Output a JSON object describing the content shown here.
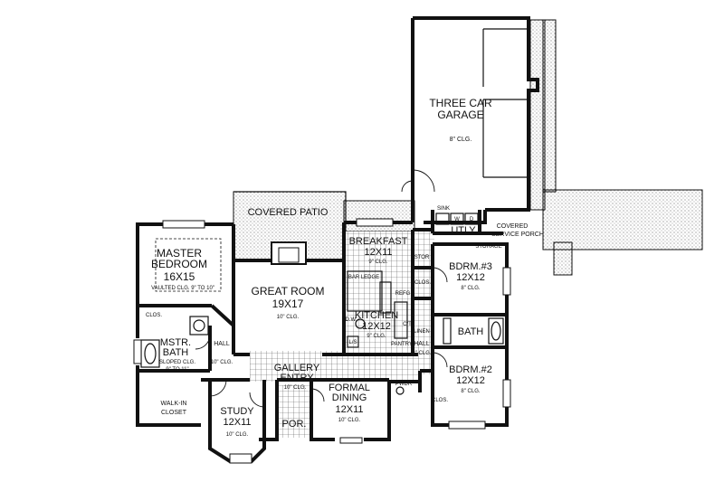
{
  "rooms": {
    "garage": {
      "name_line1": "THREE CAR",
      "name_line2": "GARAGE",
      "clg": "8\" CLG."
    },
    "patio": {
      "name": "COVERED PATIO"
    },
    "master": {
      "name_line1": "MASTER",
      "name_line2": "BEDROOM",
      "size": "16X15",
      "clg": "VAULTED CLG. 9\" TO 10\""
    },
    "great": {
      "name": "GREAT ROOM",
      "size": "19X17",
      "clg": "10\" CLG."
    },
    "breakfast": {
      "name": "BREAKFAST",
      "size": "12X11",
      "clg": "9\" CLG."
    },
    "kitchen": {
      "name": "KITCHEN",
      "size": "12X12",
      "clg": "9\" CLG."
    },
    "bdrm3": {
      "name": "BDRM.#3",
      "size": "12X12",
      "clg": "8\" CLG."
    },
    "bdrm2": {
      "name": "BDRM.#2",
      "size": "12X12",
      "clg": "8\" CLG."
    },
    "mbath": {
      "name_line1": "MSTR.",
      "name_line2": "BATH",
      "clg1": "SLOPED CLG.",
      "clg2": "9\" TO 11\""
    },
    "walkin": {
      "name_line1": "WALK-IN",
      "name_line2": "CLOSET"
    },
    "study": {
      "name": "STUDY",
      "size": "12X11",
      "clg": "10\" CLG."
    },
    "gallery": {
      "name_line1": "GALLERY",
      "name_line2": "ENTRY",
      "clg": "10\" CLG."
    },
    "dining": {
      "name_line1": "FORMAL",
      "name_line2": "DINING",
      "size": "12X11",
      "clg": "10\" CLG."
    },
    "por": {
      "name": "POR."
    },
    "utly": {
      "name": "UTLY"
    },
    "service": {
      "name_line1": "COVERED",
      "name_line2": "SERVICE PORCH"
    },
    "bath": {
      "name": "BATH"
    }
  },
  "small_labels": {
    "hall_left": "HALL",
    "hall_left_clg": "10\" CLG.",
    "hall_right": "HALL",
    "hall_right_clg": "8\" CLG.",
    "clos_a": "CLOS.",
    "clos_b": "CLOS.",
    "clos_c": "CLOS.",
    "stor": "STOR",
    "storage": "STORAGE",
    "linen": "LINEN",
    "pantry": "PANTRY",
    "bar_ledge": "BAR LEDGE",
    "refg": "REFG",
    "dw": "D.W.",
    "ls": "L/S",
    "ct": "C/T",
    "pwdr": "PWDR",
    "sink": "SINK",
    "w": "W",
    "d": "D"
  }
}
